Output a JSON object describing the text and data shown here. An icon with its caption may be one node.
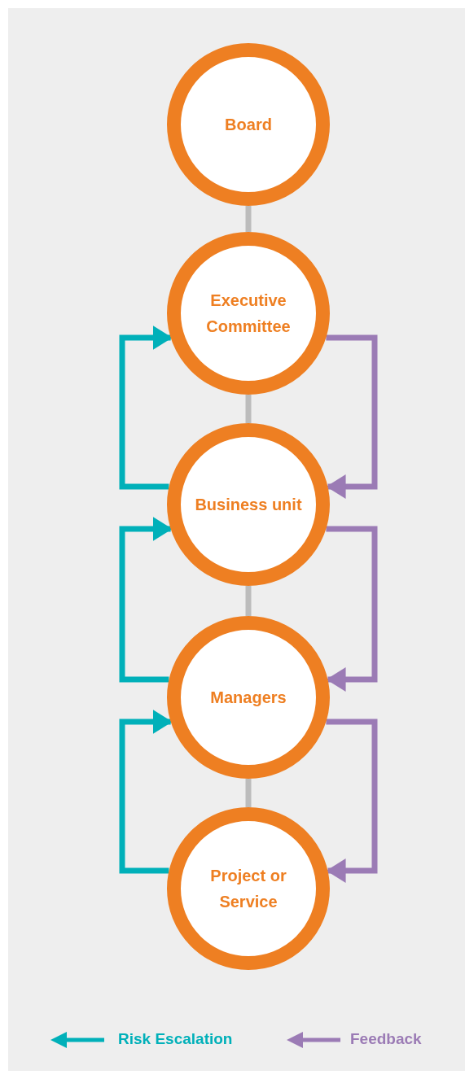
{
  "diagram": {
    "nodes": [
      {
        "text": [
          "Board"
        ]
      },
      {
        "text": [
          "Executive Committee"
        ]
      },
      {
        "text": [
          "Business unit"
        ]
      },
      {
        "text": [
          "Managers"
        ]
      },
      {
        "text": [
          "Project or Service"
        ]
      }
    ],
    "edges": [
      {
        "from": 0,
        "to": 1,
        "arrow": "none",
        "color": "#bcbcbc"
      },
      {
        "from": 1,
        "to": 2,
        "arrow": "none",
        "color": "#bcbcbc"
      },
      {
        "from": 2,
        "to": 3,
        "arrow": "none",
        "color": "#bcbcbc"
      },
      {
        "from": 3,
        "to": 4,
        "arrow": "none",
        "color": "#bcbcbc"
      },
      {
        "from": 2,
        "to": 1,
        "arrow": "to",
        "color": "#00b0b9"
      },
      {
        "from": 3,
        "to": 2,
        "arrow": "to",
        "color": "#00b0b9"
      },
      {
        "from": 4,
        "to": 3,
        "arrow": "to",
        "color": "#00b0b9"
      },
      {
        "from": 1,
        "to": 2,
        "arrow": "to",
        "color": "#9b7bb5"
      },
      {
        "from": 2,
        "to": 3,
        "arrow": "to",
        "color": "#9b7bb5"
      },
      {
        "from": 3,
        "to": 4,
        "arrow": "to",
        "color": "#9b7bb5"
      }
    ],
    "legend": [
      {
        "text": "Risk Escalation"
      },
      {
        "text": "Feedback"
      }
    ]
  }
}
